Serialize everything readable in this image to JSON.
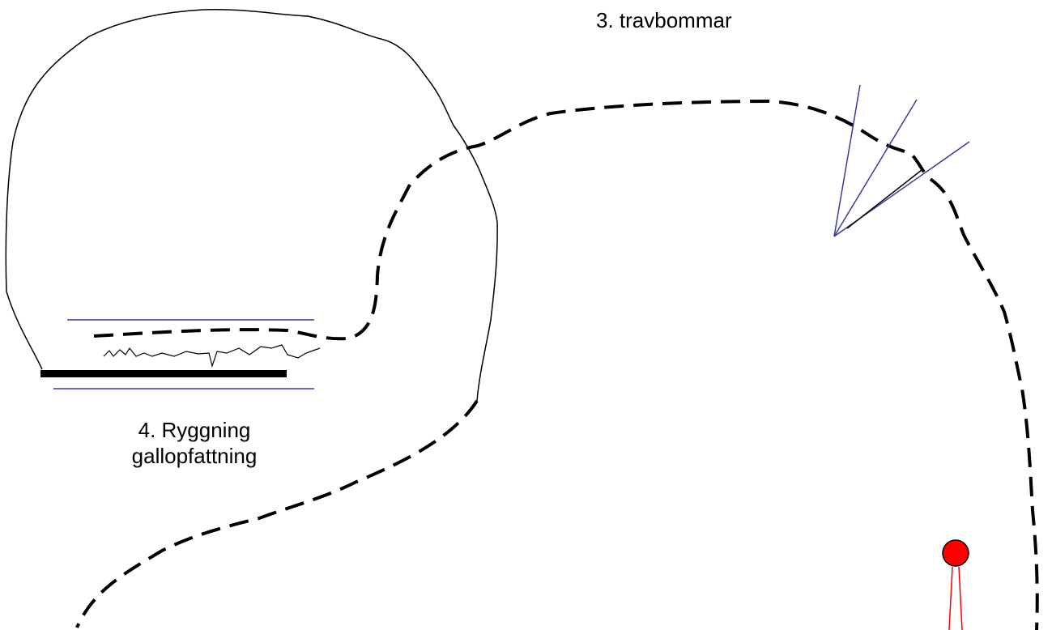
{
  "labels": {
    "trot_poles": "3. travbommar",
    "backing_line1": "4. Ryggning",
    "backing_line2": "gallopfattning"
  },
  "colors": {
    "path": "#000000",
    "outline": "#000000",
    "blue_line": "#3a3a9e",
    "marker": "#ff0000"
  }
}
